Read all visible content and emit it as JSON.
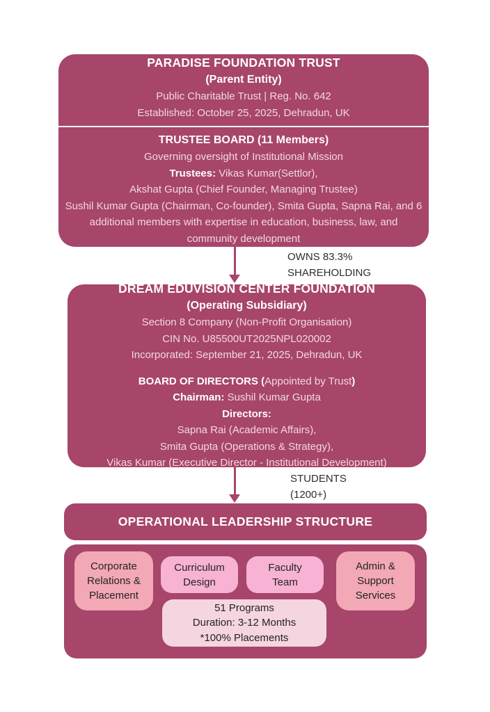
{
  "colors": {
    "primary": "#A7456A",
    "box_body_text": "#F2D8E1",
    "heading_text": "#FFFFFF",
    "connector_label_text": "#2E2E2E",
    "salmon_box": "#F2A8B5",
    "pink_box": "#F8B2D3",
    "pale_pink_box": "#F5D5DF",
    "subbox_text": "#232323"
  },
  "parent_entity": {
    "title": "PARADISE FOUNDATION TRUST",
    "subtitle": "(Parent Entity)",
    "registration": "Public Charitable Trust | Reg. No. 642",
    "established": "Established: October 25, 2025, Dehradun, UK",
    "board_title": "TRUSTEE BOARD (11 Members)",
    "board_mission": "Governing oversight of Institutional Mission",
    "trustees_label": "Trustees:",
    "trustees_first": "Vikas Kumar(Settlor),",
    "trustees_second": "Akshat Gupta (Chief Founder, Managing Trustee)",
    "trustees_rest": "Sushil Kumar Gupta (Chairman, Co-founder), Smita Gupta, Sapna Rai, and 6 additional members with expertise in education, business, law, and community development"
  },
  "ownership_connector": {
    "label_line1": "OWNS 83.3%",
    "label_line2": "SHAREHOLDING"
  },
  "subsidiary": {
    "title": "DREAM EDUVISION CENTER FOUNDATION",
    "subtitle": "(Operating Subsidiary)",
    "company_type": "Section 8 Company (Non-Profit Organisation)",
    "cin": "CIN No. U85500UT2025NPL020002",
    "incorporated": "Incorporated: September 21, 2025, Dehradun, UK",
    "board_title_bold_open": "BOARD OF DIRECTORS (",
    "board_title_regular": "Appointed by Trust",
    "board_title_bold_close": ")",
    "chairman_label": "Chairman:",
    "chairman_name": "Sushil Kumar Gupta",
    "directors_label": "Directors:",
    "director1": "Sapna Rai (Academic Affairs),",
    "director2": "Smita Gupta (Operations & Strategy),",
    "director3": "Vikas Kumar (Executive Director - Institutional Development)"
  },
  "students_connector": {
    "label_line1": "STUDENTS",
    "label_line2": "(1200+)"
  },
  "operational": {
    "header": "OPERATIONAL LEADERSHIP STRUCTURE",
    "box_corporate": "Corporate Relations & Placement",
    "box_curriculum": "Curriculum Design",
    "box_faculty": "Faculty Team",
    "box_admin": "Admin & Support Services",
    "program_line1": "51 Programs",
    "program_line2": "Duration: 3-12 Months",
    "program_line3": "*100% Placements"
  }
}
